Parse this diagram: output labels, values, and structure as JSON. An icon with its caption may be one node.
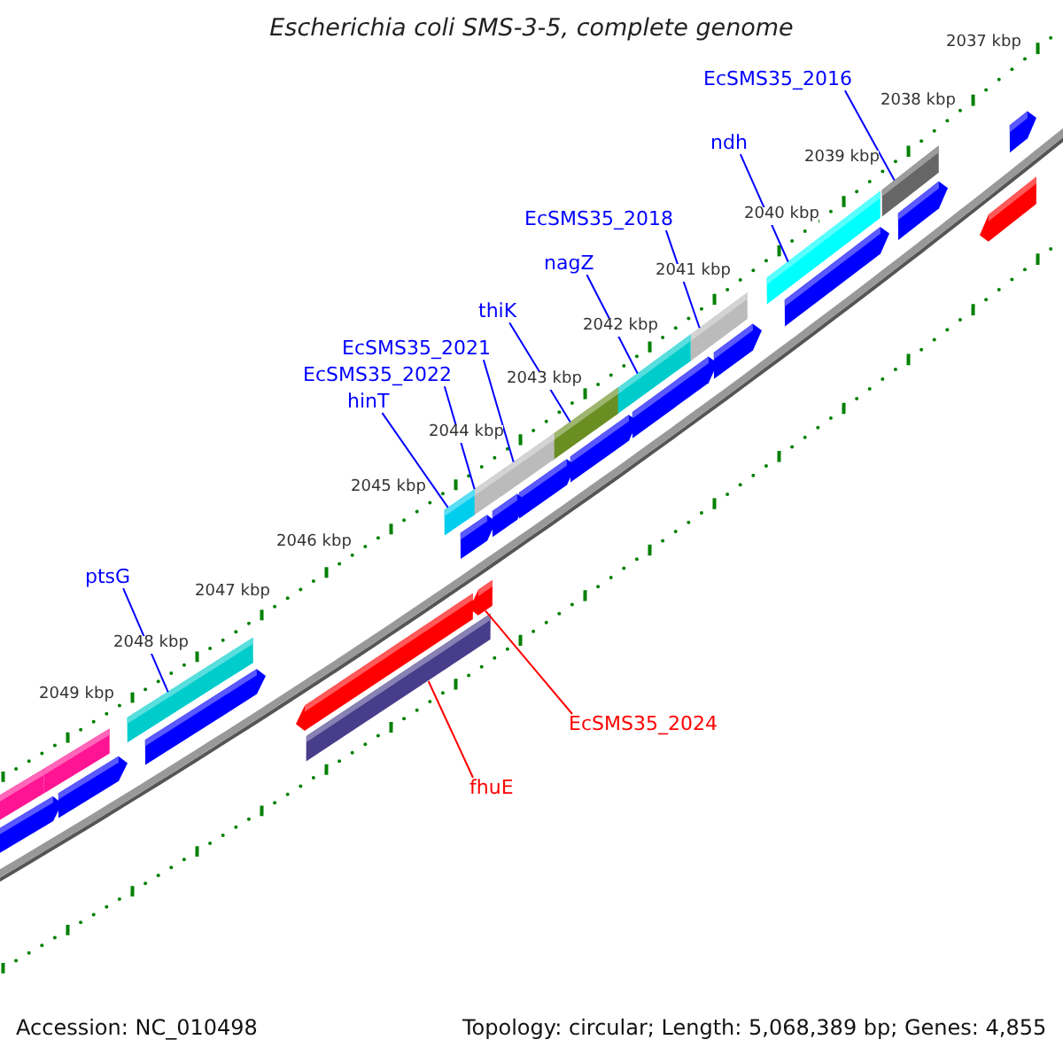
{
  "diagram": {
    "title": "Escherichia coli SMS-3-5, complete genome",
    "nodes": [
      {
        "text": [
          "EcSMS35_2016"
        ]
      },
      {
        "text": [
          "ndh"
        ]
      },
      {
        "text": [
          "EcSMS35_2018"
        ]
      },
      {
        "text": [
          "nagZ"
        ]
      },
      {
        "text": [
          "thiK"
        ]
      },
      {
        "text": [
          "EcSMS35_2021"
        ]
      },
      {
        "text": [
          "EcSMS35_2022"
        ]
      },
      {
        "text": [
          "hinT"
        ]
      },
      {
        "text": [
          "ptsG"
        ]
      },
      {
        "text": [
          "EcSMS35_2024"
        ]
      },
      {
        "text": [
          "fhuE"
        ]
      },
      {
        "text": [],
        "shape": "bar"
      },
      {
        "text": [],
        "shape": "bar"
      },
      {
        "text": [],
        "shape": "bar"
      },
      {
        "text": [],
        "shape": "bar"
      },
      {
        "text": [],
        "shape": "bar"
      },
      {
        "text": [],
        "shape": "bar"
      },
      {
        "text": [],
        "shape": "bar"
      },
      {
        "text": [],
        "shape": "bar"
      },
      {
        "text": [],
        "shape": "bar"
      },
      {
        "text": [],
        "shape": "bar"
      },
      {
        "text": [],
        "shape": "bar"
      }
    ],
    "edges": [
      {
        "from": 0,
        "to": 11,
        "arrow": "none"
      },
      {
        "from": 1,
        "to": 12,
        "arrow": "none"
      },
      {
        "from": 2,
        "to": 13,
        "arrow": "none"
      },
      {
        "from": 3,
        "to": 14,
        "arrow": "none"
      },
      {
        "from": 4,
        "to": 15,
        "arrow": "none"
      },
      {
        "from": 5,
        "to": 16,
        "arrow": "none"
      },
      {
        "from": 6,
        "to": 17,
        "arrow": "none"
      },
      {
        "from": 7,
        "to": 18,
        "arrow": "none"
      },
      {
        "from": 8,
        "to": 19,
        "arrow": "none"
      },
      {
        "from": 9,
        "to": 20,
        "arrow": "none",
        "color": "#ff0000"
      },
      {
        "from": 10,
        "to": 21,
        "arrow": "none",
        "color": "#ff0000"
      }
    ],
    "labels": [
      "2037 kbp",
      "2038 kbp",
      "2039 kbp",
      "2040 kbp",
      "2041 kbp",
      "2042 kbp",
      "2043 kbp",
      "2044 kbp",
      "2045 kbp",
      "2046 kbp",
      "2047 kbp",
      "2048 kbp",
      "2049 kbp",
      "Accession: NC_010498",
      "Topology: circular; Length: 5,068,389 bp; Genes: 4,855"
    ]
  }
}
